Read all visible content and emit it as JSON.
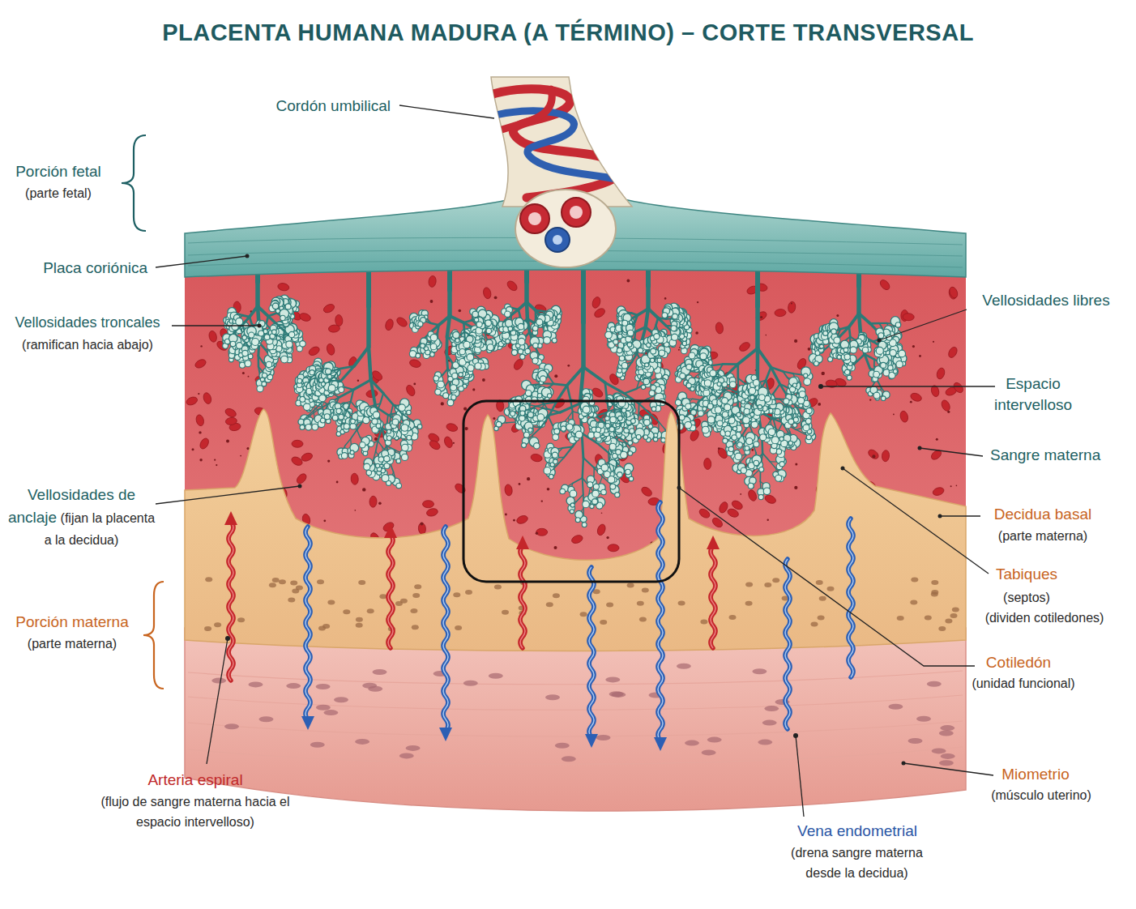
{
  "diagram": {
    "title": "PLACENTA HUMANA MADURA (A TÉRMINO) – CORTE TRANSVERSAL",
    "labels": [
      "Cordón umbilical",
      "Porción fetal",
      "(parte fetal)",
      "Placa coriónica",
      "Vellosidades troncales",
      "(ramifican hacia abajo)",
      "Vellosidades de anclaje",
      "(fijan la placenta a la decidua)",
      "Porción materna",
      "(parte materna)",
      "Arteria espiral",
      "(flujo de sangre materna hacia el espacio intervelloso)",
      "Vellosidades libres",
      "Espacio intervelloso",
      "Sangre materna",
      "Decidua basal",
      "(parte materna)",
      "Tabiques",
      "(septos)",
      "(dividen cotiledones)",
      "Cotiledón",
      "(unidad funcional)",
      "Miometrio",
      "(músculo uterino)",
      "Vena endometrial",
      "(drena sangre materna desde la decidua)"
    ]
  }
}
